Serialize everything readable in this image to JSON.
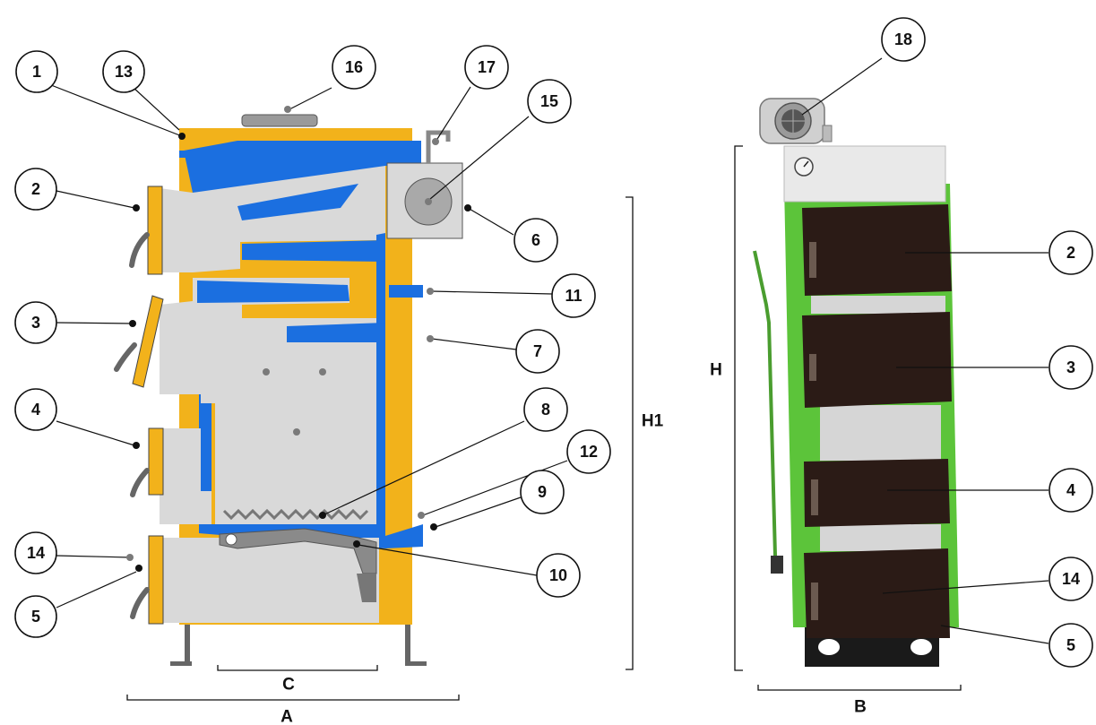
{
  "colors": {
    "jacket": "#F2B21B",
    "water": "#1B6FE0",
    "chamber": "#D9D9D9",
    "door_front": "#2B1B16",
    "body_green": "#5CC43A",
    "panel_top": "#E9E9E9"
  },
  "callouts": {
    "c1": "1",
    "c2": "2",
    "c3": "3",
    "c4": "4",
    "c5": "5",
    "c6": "6",
    "c7": "7",
    "c8": "8",
    "c9": "9",
    "c10": "10",
    "c11": "11",
    "c12": "12",
    "c13": "13",
    "c14": "14",
    "c15": "15",
    "c16": "16",
    "c17": "17",
    "c18": "18",
    "r2": "2",
    "r3": "3",
    "r4": "4",
    "r14": "14",
    "r5": "5"
  },
  "dimensions": {
    "a": "A",
    "c": "C",
    "h1": "H1",
    "h": "H",
    "b": "B"
  }
}
